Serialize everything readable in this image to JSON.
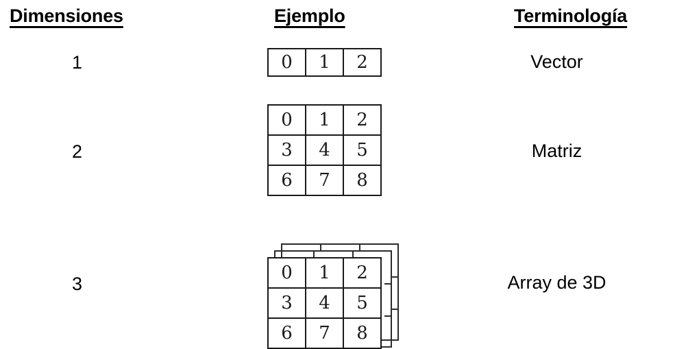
{
  "headers": {
    "dimensions": "Dimensiones",
    "example": "Ejemplo",
    "terminology": "Terminología"
  },
  "rows": [
    {
      "dimension": "1",
      "terminology": "Vector",
      "example_type": "vector",
      "cells": [
        [
          "0",
          "1",
          "2"
        ]
      ]
    },
    {
      "dimension": "2",
      "terminology": "Matriz",
      "example_type": "matrix",
      "cells": [
        [
          "0",
          "1",
          "2"
        ],
        [
          "3",
          "4",
          "5"
        ],
        [
          "6",
          "7",
          "8"
        ]
      ]
    },
    {
      "dimension": "3",
      "terminology": "Array de 3D",
      "example_type": "array3d",
      "layers": 3,
      "cells": [
        [
          "0",
          "1",
          "2"
        ],
        [
          "3",
          "4",
          "5"
        ],
        [
          "6",
          "7",
          "8"
        ]
      ]
    }
  ],
  "colors": {
    "background": "#ffffff",
    "text": "#000000",
    "grid_line": "#1a1a1a",
    "back_layer_line": "#2b2b2b"
  }
}
